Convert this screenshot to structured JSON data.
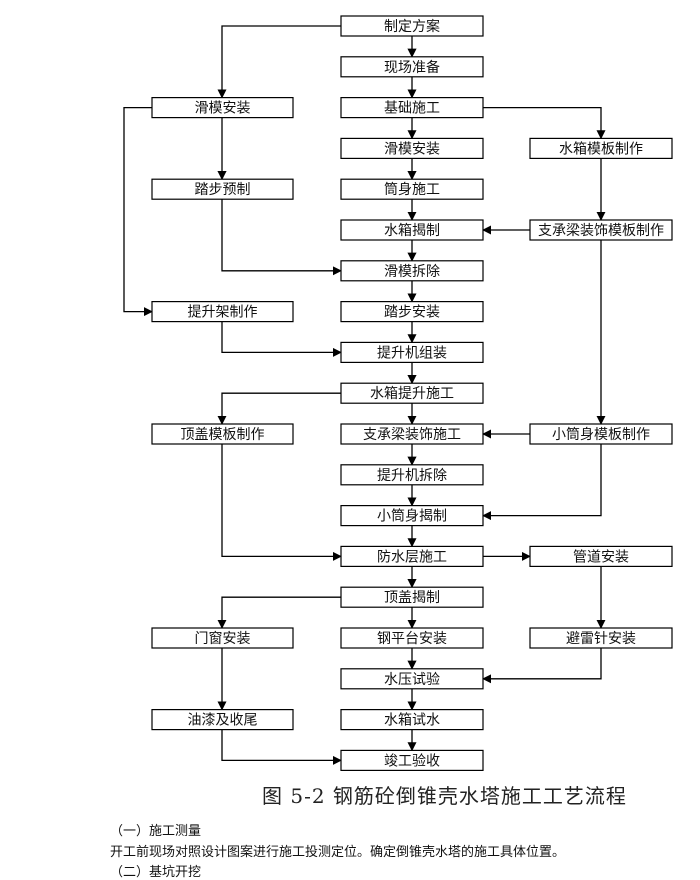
{
  "diagram": {
    "nodes": [
      {
        "id": "n1",
        "label": "制定方案"
      },
      {
        "id": "n2",
        "label": "现场准备"
      },
      {
        "id": "n3",
        "label": "基础施工"
      },
      {
        "id": "n4",
        "label": "滑模安装"
      },
      {
        "id": "n5",
        "label": "筒身施工"
      },
      {
        "id": "n6",
        "label": "水箱揭制"
      },
      {
        "id": "n7",
        "label": "滑模拆除"
      },
      {
        "id": "n8",
        "label": "踏步安装"
      },
      {
        "id": "n9",
        "label": "提升机组装"
      },
      {
        "id": "n10",
        "label": "水箱提升施工"
      },
      {
        "id": "n11",
        "label": "支承梁装饰施工"
      },
      {
        "id": "n12",
        "label": "提升机拆除"
      },
      {
        "id": "n13",
        "label": "小筒身揭制"
      },
      {
        "id": "n14",
        "label": "防水层施工"
      },
      {
        "id": "n15",
        "label": "顶盖揭制"
      },
      {
        "id": "n16",
        "label": "钢平台安装"
      },
      {
        "id": "n17",
        "label": "水压试验"
      },
      {
        "id": "n18",
        "label": "水箱试水"
      },
      {
        "id": "n19",
        "label": "竣工验收"
      },
      {
        "id": "l1",
        "label": "滑模安装"
      },
      {
        "id": "l2",
        "label": "踏步预制"
      },
      {
        "id": "l3",
        "label": "提升架制作"
      },
      {
        "id": "l4",
        "label": "顶盖模板制作"
      },
      {
        "id": "l5",
        "label": "门窗安装"
      },
      {
        "id": "l6",
        "label": "油漆及收尾"
      },
      {
        "id": "r1",
        "label": "水箱模板制作"
      },
      {
        "id": "r2",
        "label": "支承梁装饰模板制作"
      },
      {
        "id": "r3",
        "label": "小筒身模板制作"
      },
      {
        "id": "r4",
        "label": "管道安装"
      },
      {
        "id": "r5",
        "label": "避雷针安装"
      }
    ],
    "edges": [
      {
        "from": "n1",
        "to": "n2"
      },
      {
        "from": "n2",
        "to": "n3"
      },
      {
        "from": "n3",
        "to": "n4"
      },
      {
        "from": "n4",
        "to": "n5"
      },
      {
        "from": "n5",
        "to": "n6"
      },
      {
        "from": "n6",
        "to": "n7"
      },
      {
        "from": "n7",
        "to": "n8"
      },
      {
        "from": "n8",
        "to": "n9"
      },
      {
        "from": "n9",
        "to": "n10"
      },
      {
        "from": "n10",
        "to": "n11"
      },
      {
        "from": "n11",
        "to": "n12"
      },
      {
        "from": "n12",
        "to": "n13"
      },
      {
        "from": "n13",
        "to": "n14"
      },
      {
        "from": "n14",
        "to": "n15"
      },
      {
        "from": "n15",
        "to": "n16"
      },
      {
        "from": "n16",
        "to": "n17"
      },
      {
        "from": "n17",
        "to": "n18"
      },
      {
        "from": "n18",
        "to": "n19"
      },
      {
        "from": "n1",
        "to": "l1"
      },
      {
        "from": "l1",
        "to": "l2"
      },
      {
        "from": "l2",
        "to": "n7"
      },
      {
        "from": "l1",
        "to": "l3"
      },
      {
        "from": "l3",
        "to": "n9"
      },
      {
        "from": "n10",
        "to": "l4"
      },
      {
        "from": "l4",
        "to": "n14"
      },
      {
        "from": "n15",
        "to": "l5"
      },
      {
        "from": "l5",
        "to": "l6"
      },
      {
        "from": "l6",
        "to": "n19"
      },
      {
        "from": "n3",
        "to": "r1"
      },
      {
        "from": "r1",
        "to": "r2"
      },
      {
        "from": "r2",
        "to": "n6"
      },
      {
        "from": "r2",
        "to": "r3"
      },
      {
        "from": "r3",
        "to": "n11"
      },
      {
        "from": "r3",
        "to": "n13"
      },
      {
        "from": "n14",
        "to": "r4"
      },
      {
        "from": "r4",
        "to": "r5"
      },
      {
        "from": "r5",
        "to": "n17"
      }
    ]
  },
  "caption": "图 5-2 钢筋砼倒锥壳水塔施工工艺流程",
  "section1_heading": "（一）施工测量",
  "section1_text": "开工前现场对照设计图案进行施工投测定位。确定倒锥壳水塔的施工具体位置。",
  "section2_heading": "（二）基坑开挖"
}
